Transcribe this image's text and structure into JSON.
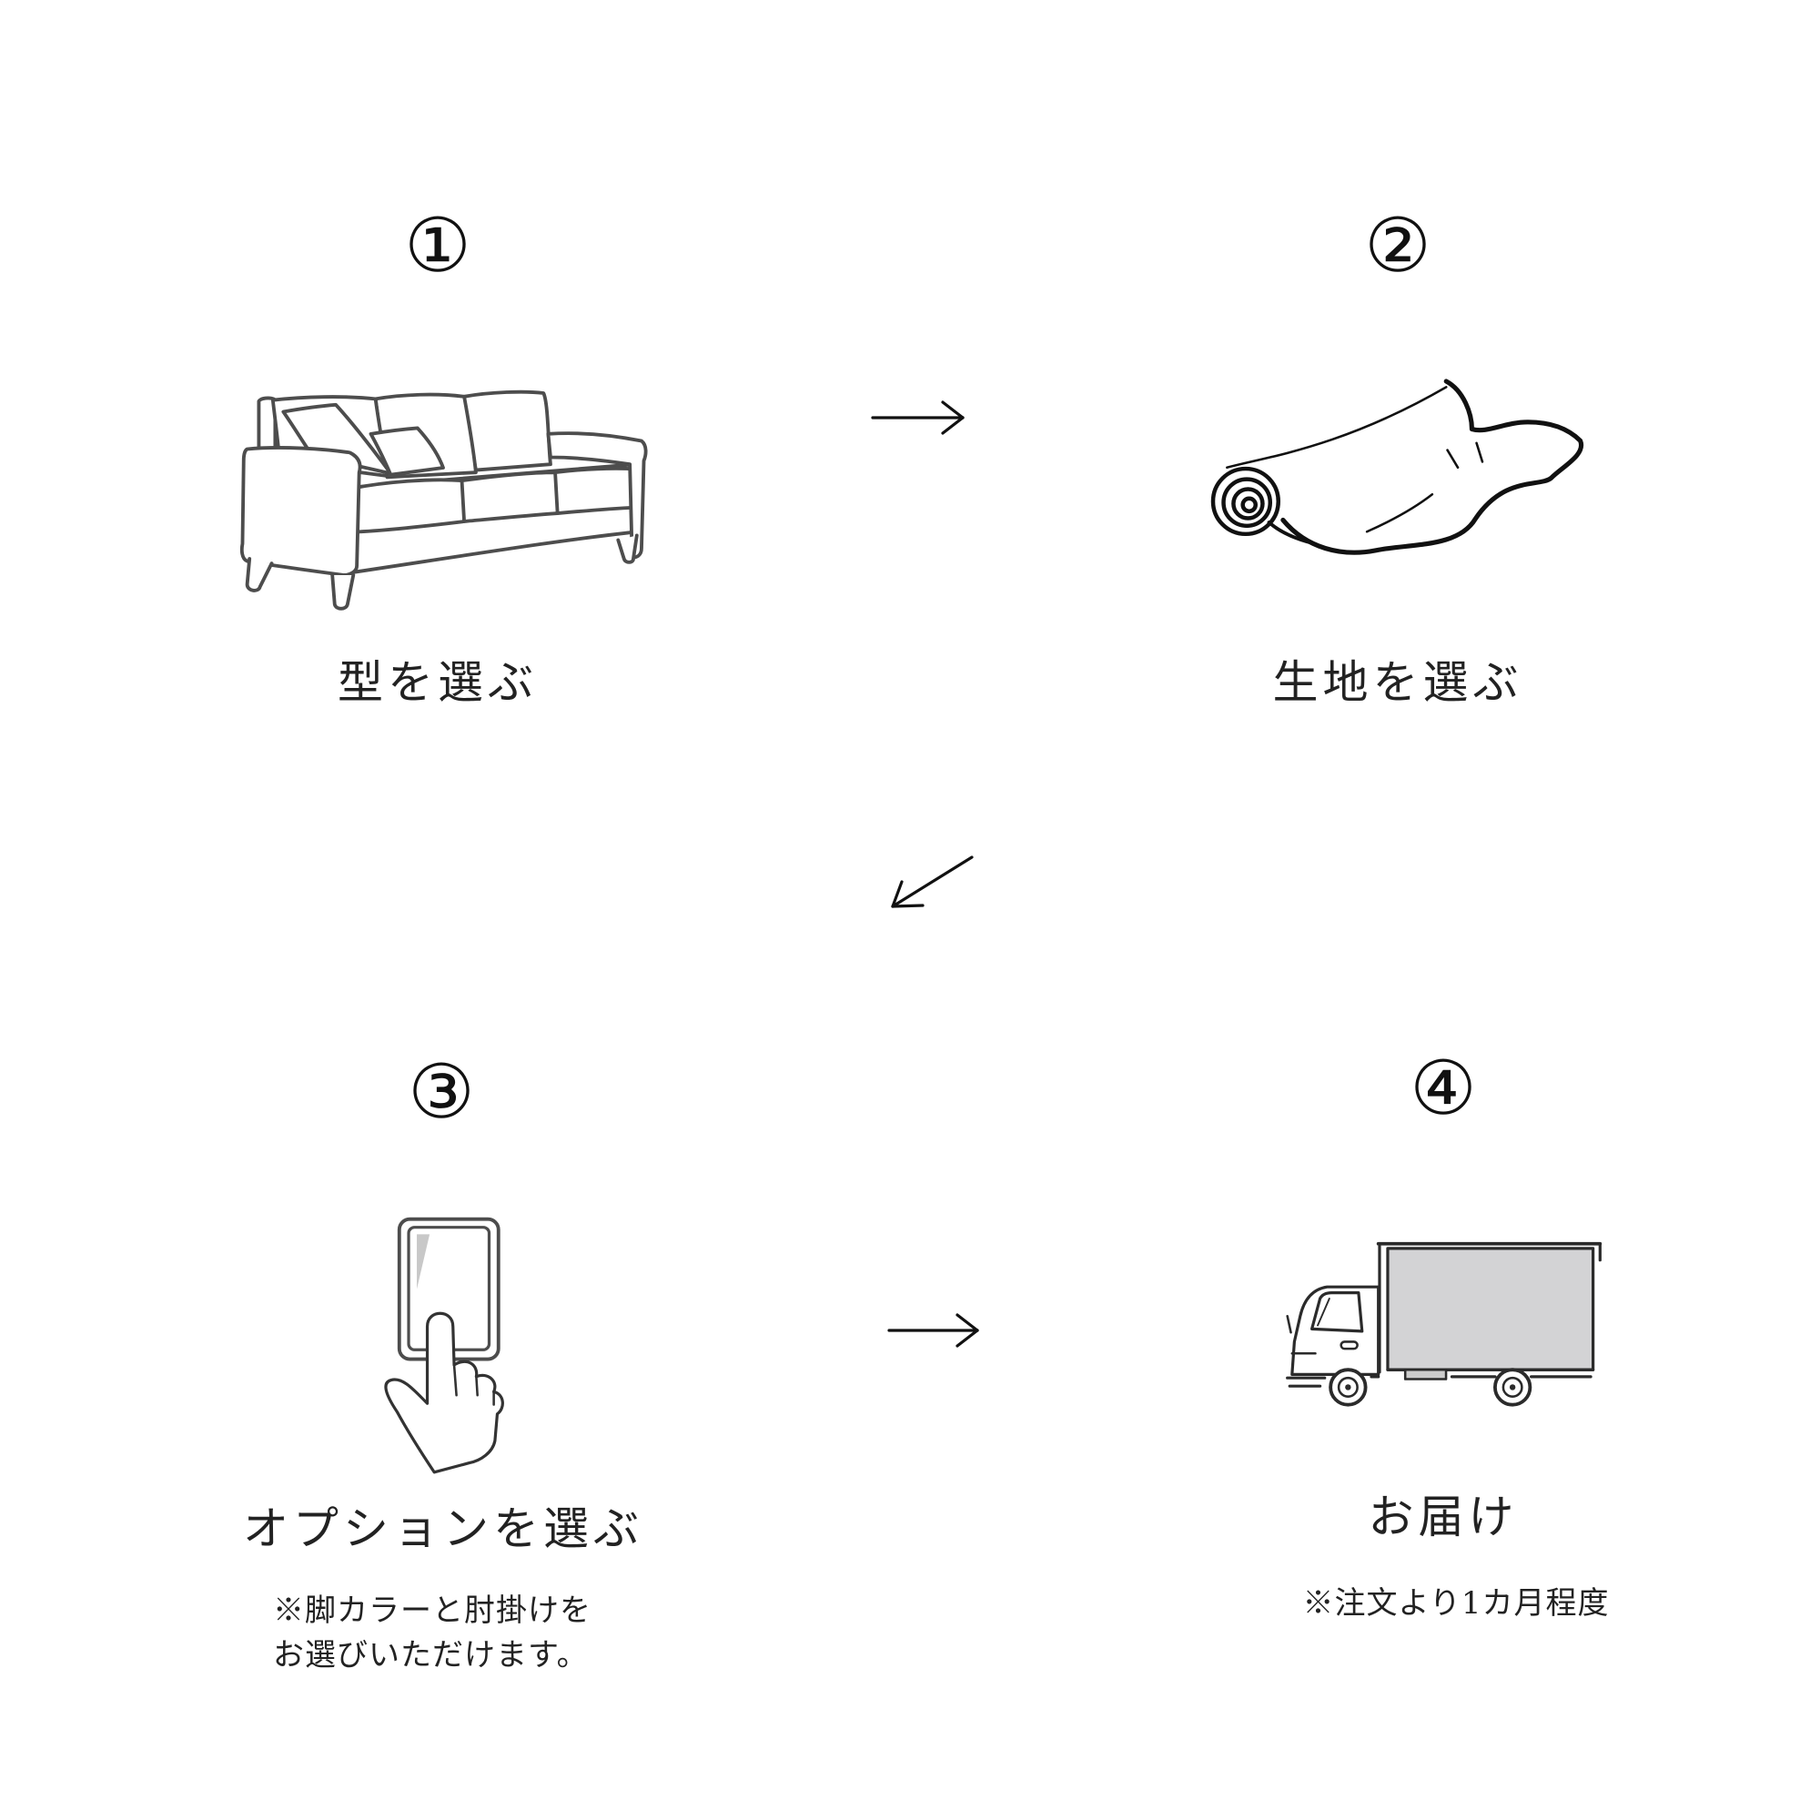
{
  "steps": [
    {
      "number": "①",
      "label": "型を選ぶ",
      "icon": "sofa-icon"
    },
    {
      "number": "②",
      "label": "生地を選ぶ",
      "icon": "fabric-roll-icon"
    },
    {
      "number": "③",
      "label": "オプションを選ぶ",
      "note_lines": [
        "※脚カラーと肘掛けを",
        "お選びいただけます。"
      ],
      "icon": "tablet-tap-icon"
    },
    {
      "number": "④",
      "label": "お届け",
      "note_lines": [
        "※注文より1カ月程度"
      ],
      "icon": "delivery-truck-icon"
    }
  ],
  "arrows": [
    "arrow-right-icon",
    "arrow-down-left-icon",
    "arrow-right-icon"
  ],
  "colors": {
    "background": "#ffffff",
    "text": "#1f1f1f",
    "line_art": "#4d4d4d",
    "cargo_fill": "#d3d3d5"
  }
}
